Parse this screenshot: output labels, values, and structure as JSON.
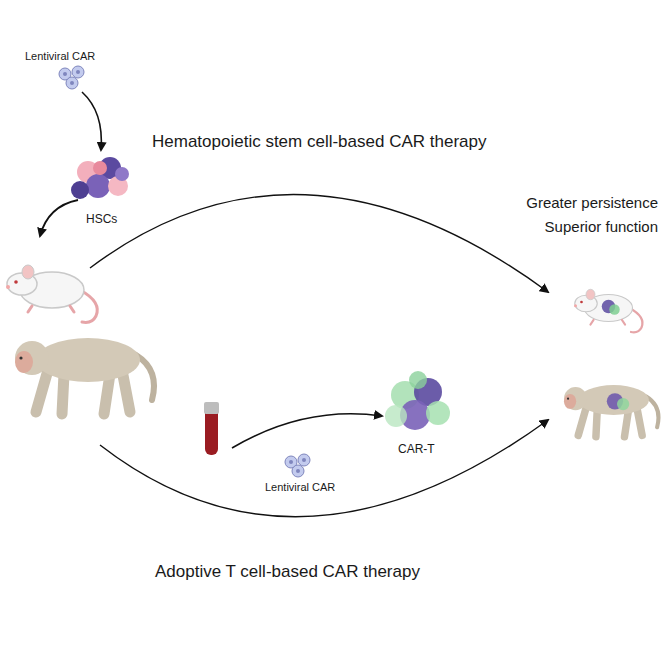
{
  "diagram": {
    "labels": [
      "Lentiviral CAR",
      "Hematopoietic stem cell-based CAR therapy",
      "HSCs",
      "Greater persistence",
      "Superior function",
      "Lentiviral CAR",
      "CAR-T",
      "Adoptive T cell-based CAR therapy"
    ]
  }
}
